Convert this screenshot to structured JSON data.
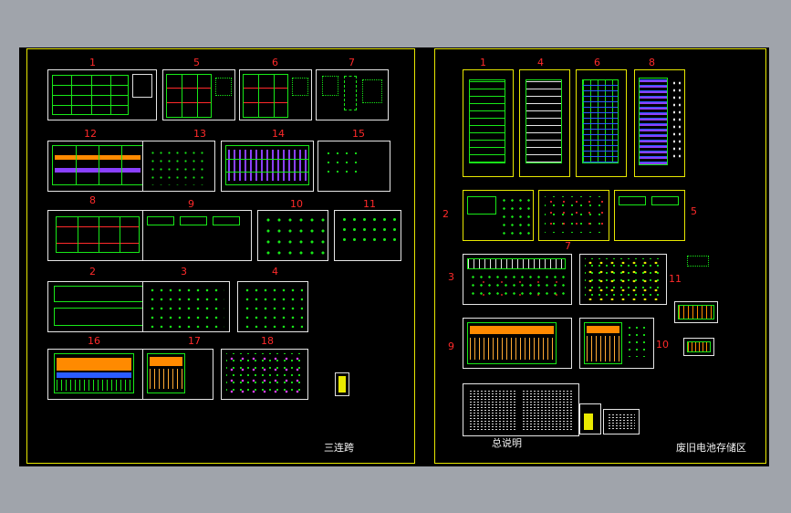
{
  "viewport": {
    "background": "#000000"
  },
  "colors": {
    "frame": "#e8e800",
    "sheet_border": "#e6e6e6",
    "sheet_number": "#ff2a2a",
    "geometry": "#18e818",
    "hatch_orange": "#ff8a00",
    "hatch_purple": "#8a40ff",
    "hatch_blue": "#2a5cff",
    "text": "#f2f2f2"
  },
  "left_frame": {
    "label": "三连跨",
    "sheet_numbers": [
      "1",
      "5",
      "6",
      "7",
      "12",
      "13",
      "14",
      "15",
      "8",
      "9",
      "10",
      "11",
      "2",
      "3",
      "4",
      "16",
      "17",
      "18"
    ]
  },
  "right_frame": {
    "label": "废旧电池存储区",
    "general_notes_label": "总说明",
    "sheet_numbers": [
      "1",
      "4",
      "6",
      "8",
      "2",
      "5",
      "3",
      "7",
      "11",
      "9",
      "10"
    ]
  }
}
